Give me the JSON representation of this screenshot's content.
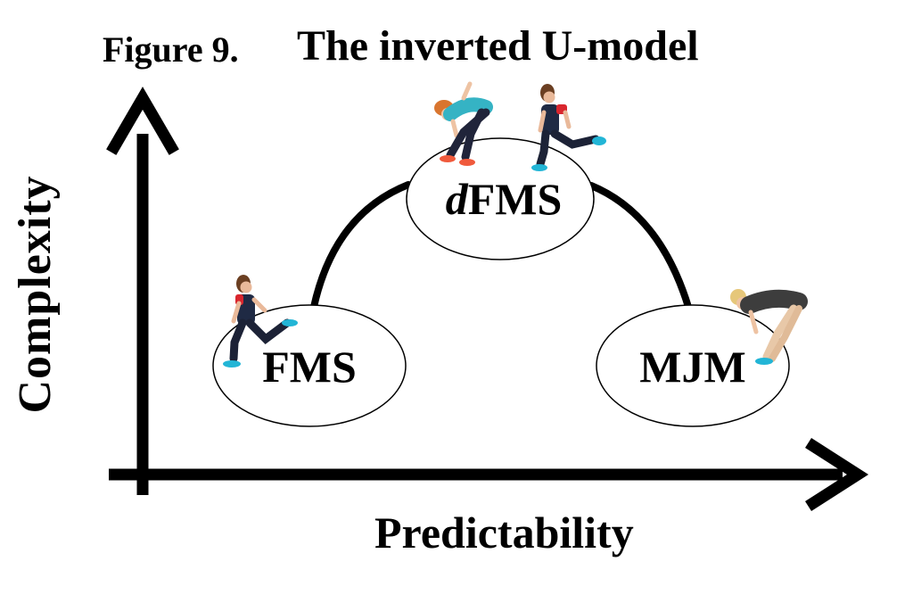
{
  "figure": {
    "number": "Figure 9.",
    "title": "The inverted U-model"
  },
  "axes": {
    "y_label": "Complexity",
    "x_label": "Predictability"
  },
  "nodes": [
    {
      "id": "fms",
      "prefix": "",
      "label": "FMS"
    },
    {
      "id": "dfms",
      "prefix": "d",
      "label": "FMS"
    },
    {
      "id": "mjm",
      "prefix": "",
      "label": "MJM"
    }
  ],
  "figures": [
    {
      "name": "runner-fms",
      "shirt": "#1f2a44",
      "sleeve": "#d9262e",
      "pants": "#1c2236",
      "shoes": "#22b5d6",
      "hair": "#6b3f22"
    },
    {
      "name": "athlete-dfms-left",
      "shirt": "#35b3c4",
      "sleeve": "#35b3c4",
      "pants": "#20243a",
      "shoes": "#f05a3c",
      "hair": "#d9752f"
    },
    {
      "name": "runner-dfms-right",
      "shirt": "#1f2a44",
      "sleeve": "#d9262e",
      "pants": "#1c2236",
      "shoes": "#22b5d6",
      "hair": "#6b3f22"
    },
    {
      "name": "athlete-mjm",
      "shirt": "#3d3d3d",
      "sleeve": "#3d3d3d",
      "pants": "#e8c8a8",
      "shoes": "#22b5d6",
      "hair": "#e6c77a"
    }
  ]
}
